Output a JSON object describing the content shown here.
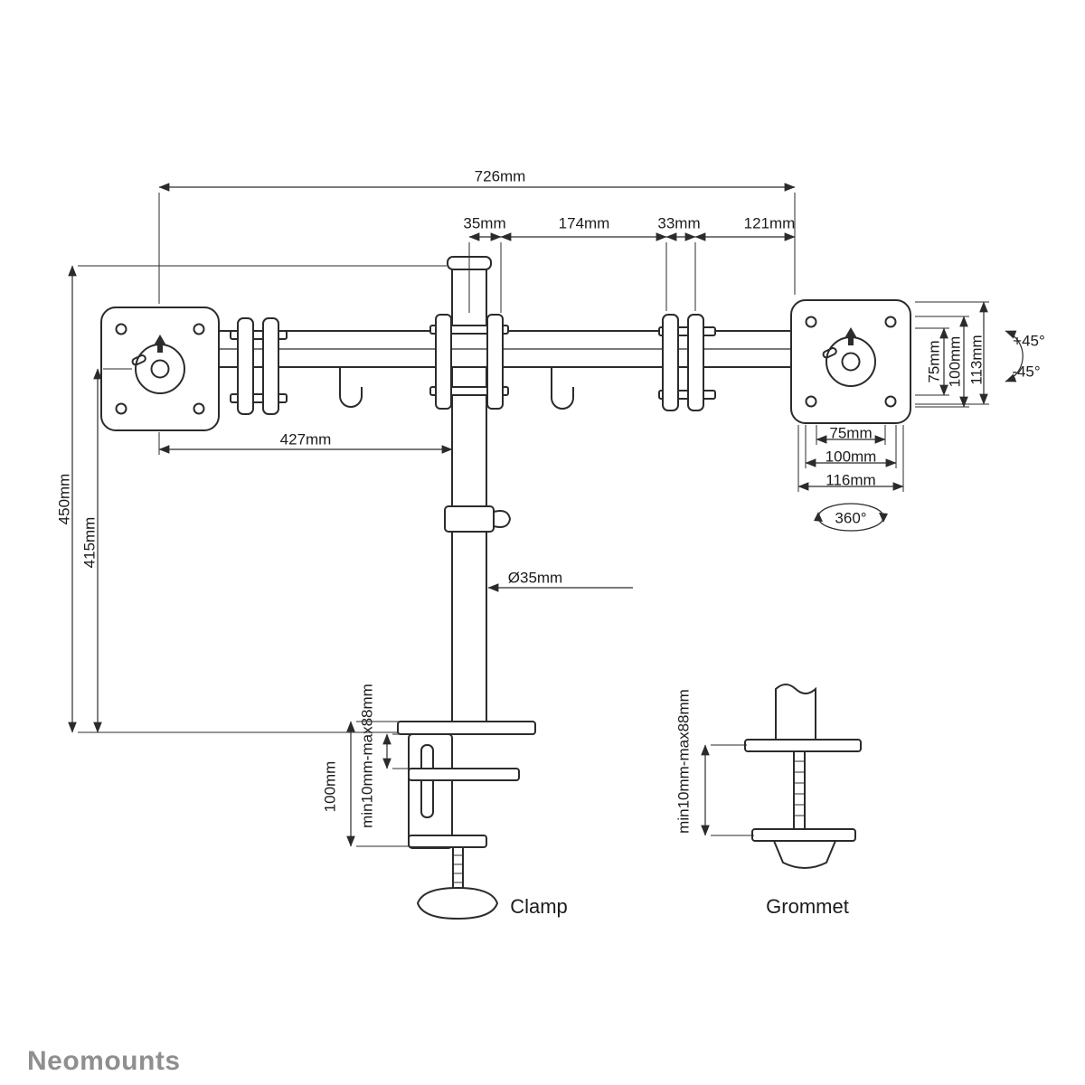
{
  "brand": "Neomounts",
  "parts": {
    "clamp_label": "Clamp",
    "grommet_label": "Grommet"
  },
  "dims": {
    "total_width": "726mm",
    "pole_offset": "35mm",
    "arm_segment": "174mm",
    "joint_width": "33mm",
    "end_segment": "121mm",
    "arm_reach": "427mm",
    "height_max": "450mm",
    "height_pole": "415mm",
    "vesa_vertical_75": "75mm",
    "vesa_vertical_100": "100mm",
    "plate_height": "113mm",
    "tilt_up": "+45°",
    "tilt_down": "-45°",
    "vesa_horizontal_75": "75mm",
    "vesa_horizontal_100": "100mm",
    "plate_width": "116mm",
    "rotation": "360°",
    "pole_diameter": "Ø35mm",
    "clamp_range": "min10mm-max88mm",
    "clamp_height": "100mm",
    "grommet_range": "min10mm-max88mm"
  },
  "colors": {
    "line": "#2b2b2b",
    "brand": "#8f8f8f"
  }
}
